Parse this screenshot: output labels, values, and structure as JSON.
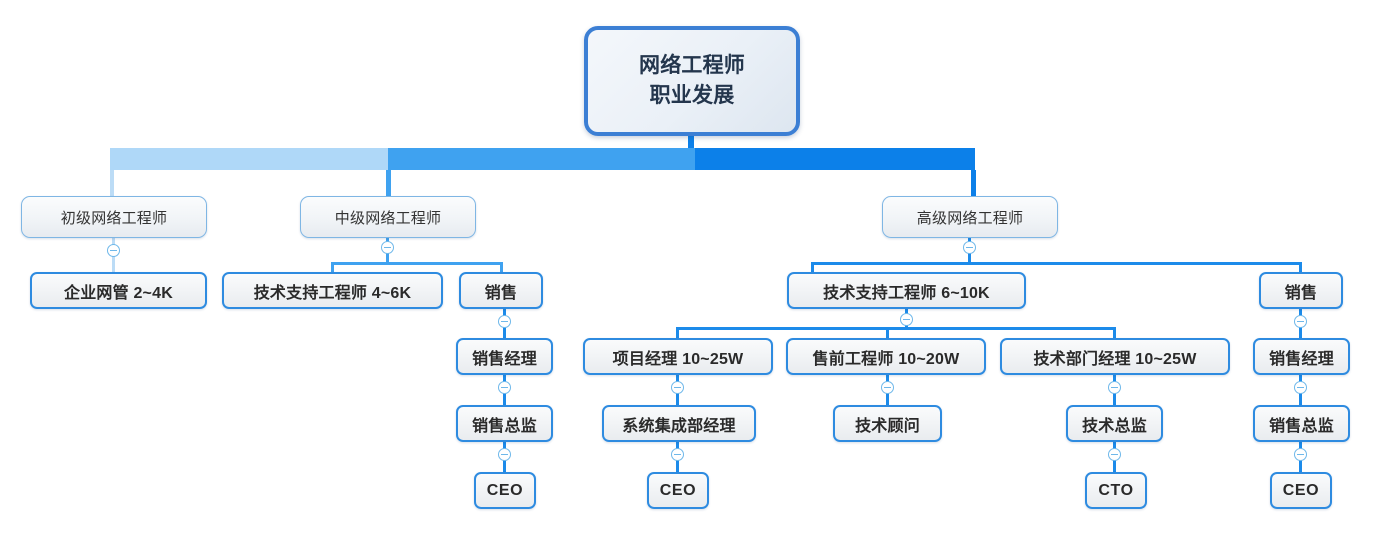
{
  "diagram": {
    "type": "mindmap-orgchart",
    "title": "网络工程师职业发展",
    "root": {
      "line1": "网络工程师",
      "line2": "职业发展"
    },
    "colors": {
      "trunk_light": "#AFD8F8",
      "trunk_mid": "#3FA2F0",
      "trunk_dark": "#0C80E9",
      "connector": "#1C8BEA",
      "connector_pale": "#BCDCF6",
      "node_border_l2": "#7FB6E4",
      "node_border_l3": "#2E8BE0",
      "root_border": "#3C7FD4",
      "node_fill": "#F2F4F6",
      "text": "#2A2A2A",
      "background": "#FFFFFF"
    },
    "branches": [
      {
        "key": "junior",
        "label": "初级网络工程师",
        "children": [
          {
            "key": "junior-netadmin",
            "label": "企业网管 2~4K",
            "children": []
          }
        ]
      },
      {
        "key": "intermediate",
        "label": "中级网络工程师",
        "children": [
          {
            "key": "mid-support",
            "label": "技术支持工程师 4~6K",
            "children": []
          },
          {
            "key": "mid-sales",
            "label": "销售",
            "children": [
              {
                "key": "mid-sales-manager",
                "label": "销售经理",
                "children": [
                  {
                    "key": "mid-sales-director",
                    "label": "销售总监",
                    "children": [
                      {
                        "key": "mid-ceo",
                        "label": "CEO",
                        "children": []
                      }
                    ]
                  }
                ]
              }
            ]
          }
        ]
      },
      {
        "key": "senior",
        "label": "高级网络工程师",
        "children": [
          {
            "key": "senior-support",
            "label": "技术支持工程师 6~10K",
            "children": [
              {
                "key": "project-manager",
                "label": "项目经理 10~25W",
                "children": [
                  {
                    "key": "sysint-manager",
                    "label": "系统集成部经理",
                    "children": [
                      {
                        "key": "sysint-ceo",
                        "label": "CEO",
                        "children": []
                      }
                    ]
                  }
                ]
              },
              {
                "key": "presales-engineer",
                "label": "售前工程师 10~20W",
                "children": [
                  {
                    "key": "tech-consultant",
                    "label": "技术顾问",
                    "children": []
                  }
                ]
              },
              {
                "key": "tech-dept-manager",
                "label": "技术部门经理 10~25W",
                "children": [
                  {
                    "key": "tech-director",
                    "label": "技术总监",
                    "children": [
                      {
                        "key": "cto",
                        "label": "CTO",
                        "children": []
                      }
                    ]
                  }
                ]
              }
            ]
          },
          {
            "key": "senior-sales",
            "label": "销售",
            "children": [
              {
                "key": "senior-sales-manager",
                "label": "销售经理",
                "children": [
                  {
                    "key": "senior-sales-director",
                    "label": "销售总监",
                    "children": [
                      {
                        "key": "senior-ceo",
                        "label": "CEO",
                        "children": []
                      }
                    ]
                  }
                ]
              }
            ]
          }
        ]
      }
    ],
    "nodes": {
      "root": "网络工程师\n职业发展",
      "junior": "初级网络工程师",
      "junior_netadmin": "企业网管 2~4K",
      "intermediate": "中级网络工程师",
      "mid_support": "技术支持工程师 4~6K",
      "mid_sales": "销售",
      "mid_sales_manager": "销售经理",
      "mid_sales_director": "销售总监",
      "mid_ceo": "CEO",
      "senior": "高级网络工程师",
      "senior_support": "技术支持工程师 6~10K",
      "project_manager": "项目经理 10~25W",
      "sysint_manager": "系统集成部经理",
      "sysint_ceo": "CEO",
      "presales_engineer": "售前工程师 10~20W",
      "tech_consultant": "技术顾问",
      "tech_dept_manager": "技术部门经理 10~25W",
      "tech_director": "技术总监",
      "cto": "CTO",
      "senior_sales": "销售",
      "senior_sales_manager": "销售经理",
      "senior_sales_director": "销售总监",
      "senior_ceo": "CEO"
    }
  }
}
